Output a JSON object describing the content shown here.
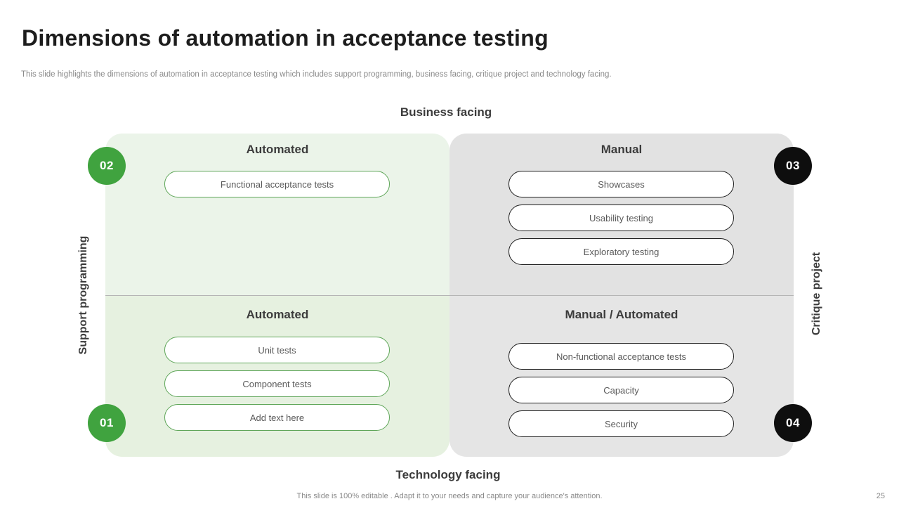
{
  "slide": {
    "title": "Dimensions of automation in acceptance testing",
    "subtitle": "This slide highlights the dimensions of automation in acceptance testing which includes support programming, business facing, critique project and technology facing.",
    "footer_note": "This slide is 100% editable . Adapt it to your needs and capture your audience's attention.",
    "page_number": "25"
  },
  "matrix": {
    "axis_labels": {
      "top": "Business facing",
      "bottom": "Technology facing",
      "left": "Support programming",
      "right": "Critique project"
    },
    "quadrants": [
      {
        "position": "top-left",
        "header": "Automated",
        "badge": "02",
        "items": [
          "Functional acceptance tests"
        ]
      },
      {
        "position": "top-right",
        "header": "Manual",
        "badge": "03",
        "items": [
          "Showcases",
          "Usability testing",
          "Exploratory testing"
        ]
      },
      {
        "position": "bottom-left",
        "header": "Automated",
        "badge": "01",
        "items": [
          "Unit tests",
          "Component tests",
          "Add text here"
        ]
      },
      {
        "position": "bottom-right",
        "header": "Manual / Automated",
        "badge": "04",
        "items": [
          "Non-functional acceptance tests",
          "Capacity",
          "Security"
        ]
      }
    ],
    "colors": {
      "green_badge": "#40a33f",
      "black_badge": "#0e0e0e",
      "green_panel_top": "#ebf4e9",
      "green_panel_bottom": "#e6f1e0",
      "gray_panel_top": "#e2e2e2",
      "gray_panel_bottom": "#e5e5e5",
      "green_pill_border": "#5fa659",
      "dark_pill_border": "#1e1e1e",
      "divider_line": "#b5b5b5",
      "heading_text": "#3c3c3c",
      "pill_text": "#595959",
      "muted_text": "#8a8a8a"
    }
  }
}
